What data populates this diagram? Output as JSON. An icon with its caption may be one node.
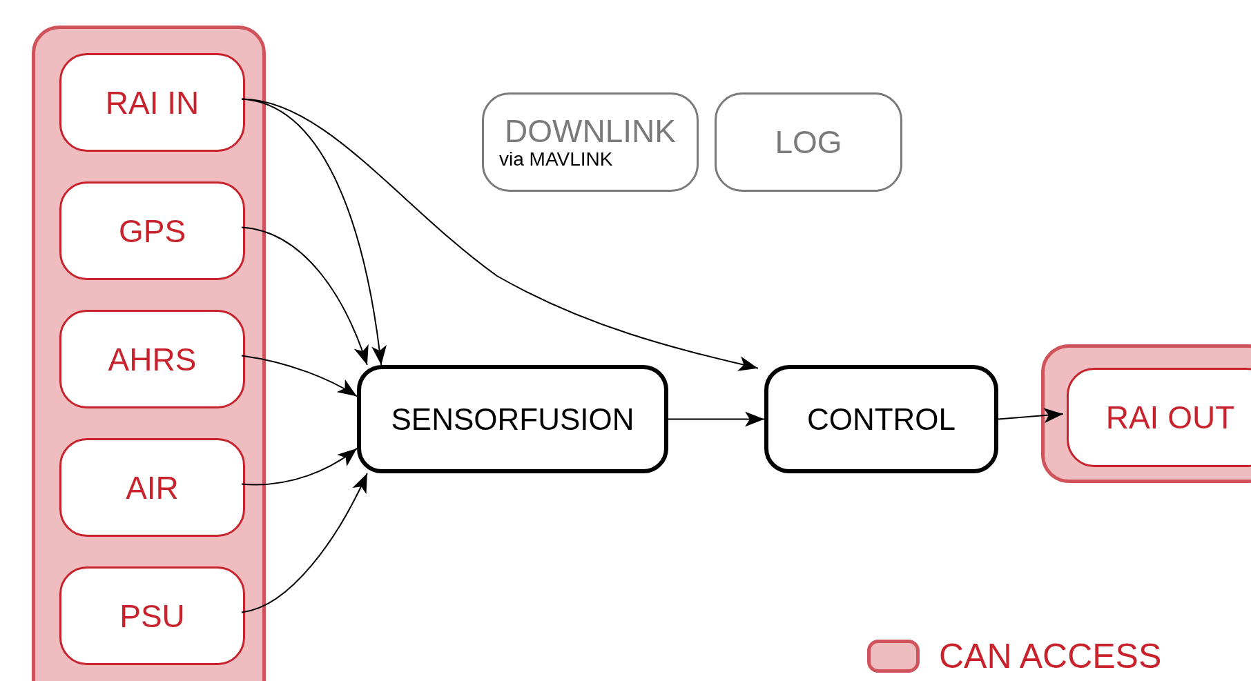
{
  "diagram": {
    "nodes": [
      {
        "text": [],
        "shape": "box"
      },
      {
        "text": [
          "RAI IN"
        ],
        "in": 0
      },
      {
        "text": [
          "GPS"
        ],
        "in": 0
      },
      {
        "text": [
          "AHRS"
        ],
        "in": 0
      },
      {
        "text": [
          "AIR"
        ],
        "in": 0
      },
      {
        "text": [
          "PSU"
        ],
        "in": 0
      },
      {
        "text": [
          "DOWNLINK",
          "via MAVLINK"
        ]
      },
      {
        "text": [
          "LOG"
        ]
      },
      {
        "text": [
          "SENSORFUSION"
        ]
      },
      {
        "text": [
          "CONTROL"
        ]
      },
      {
        "text": [],
        "shape": "box"
      },
      {
        "text": [
          "RAI OUT"
        ],
        "in": 10
      }
    ],
    "edges": [
      {
        "from": 1,
        "to": 8,
        "arrow": "to"
      },
      {
        "from": 1,
        "to": 9,
        "arrow": "to"
      },
      {
        "from": 2,
        "to": 8,
        "arrow": "to"
      },
      {
        "from": 3,
        "to": 8,
        "arrow": "to"
      },
      {
        "from": 4,
        "to": 8,
        "arrow": "to"
      },
      {
        "from": 5,
        "to": 8,
        "arrow": "to"
      },
      {
        "from": 8,
        "to": 9,
        "arrow": "to"
      },
      {
        "from": 9,
        "to": 11,
        "arrow": "to"
      }
    ],
    "legend": [
      {
        "text": "CAN ACCESS",
        "color": "#efbcbf"
      }
    ]
  }
}
